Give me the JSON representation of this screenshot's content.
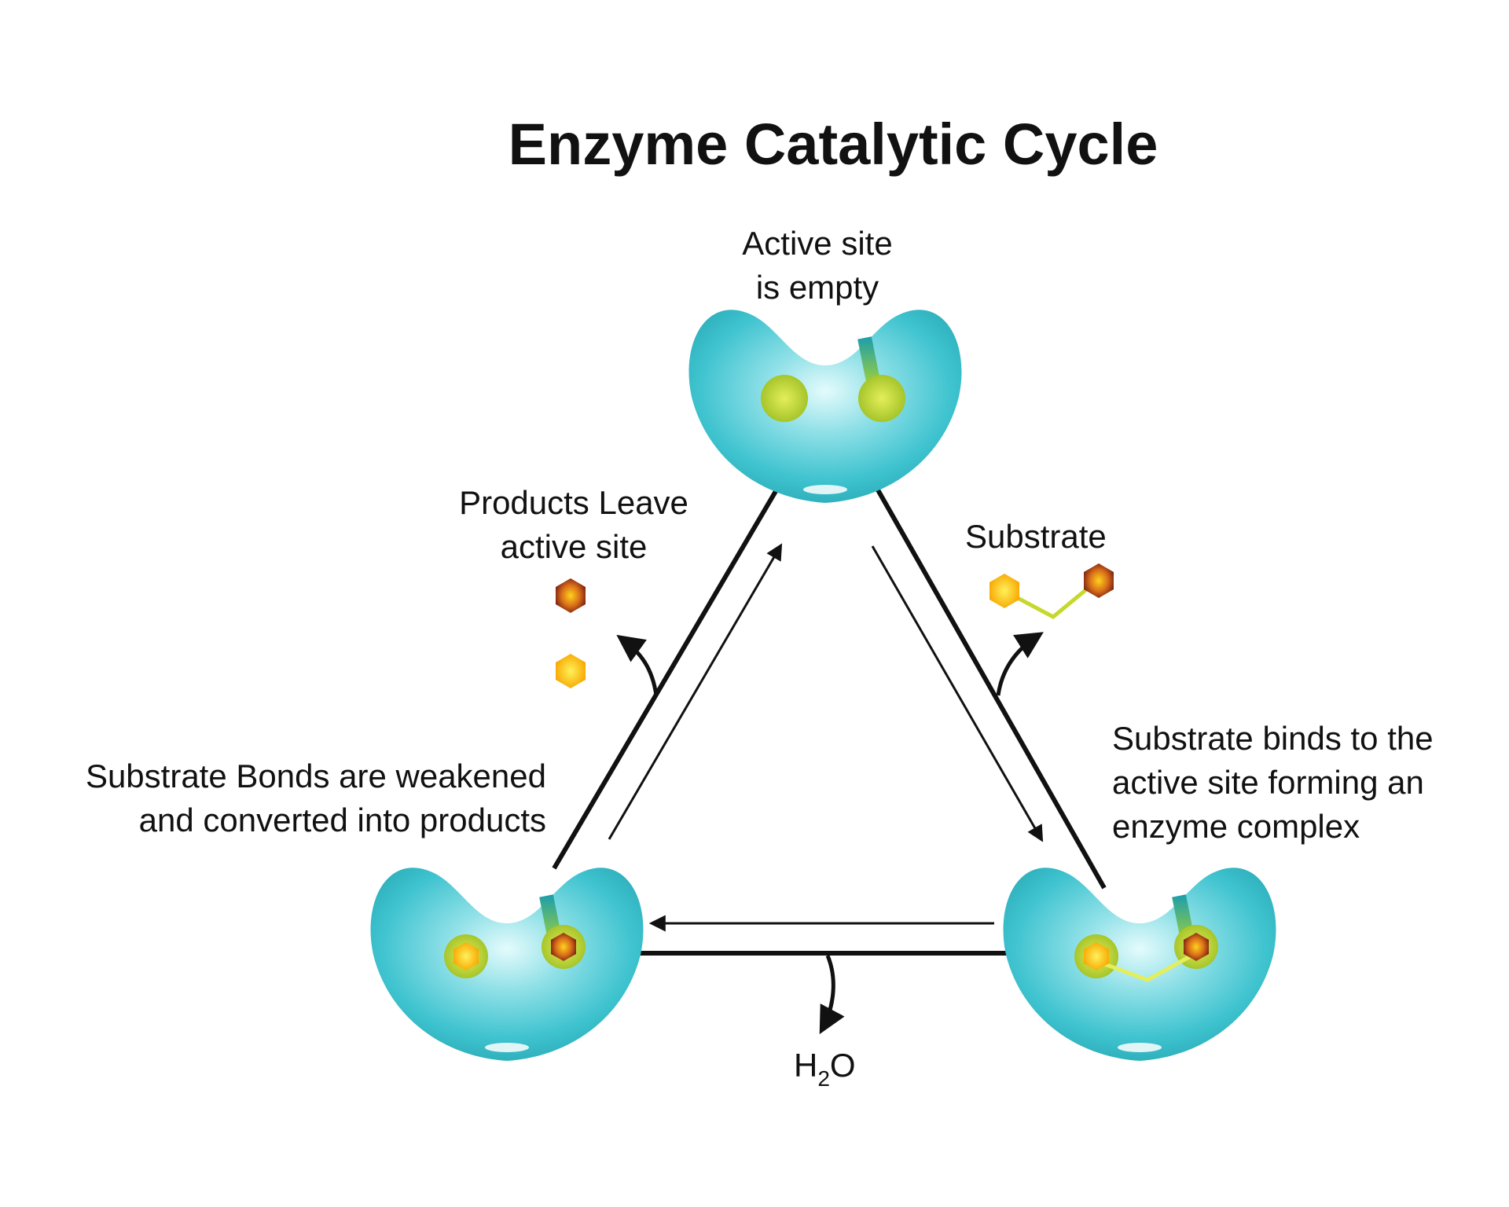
{
  "title": "Enzyme Catalytic Cycle",
  "labels": {
    "active_site_line1": "Active site",
    "active_site_line2": "is empty",
    "products_line1": "Products Leave",
    "products_line2": "active site",
    "substrate": "Substrate",
    "binds_line1": "Substrate binds to the",
    "binds_line2": "active site forming an",
    "binds_line3": "enzyme complex",
    "weakened_line1": "Substrate Bonds are weakened",
    "weakened_line2": "and converted into products",
    "water_main": "H",
    "water_sub": "2",
    "water_end": "O"
  },
  "colors": {
    "enzyme": "#3ec3cf",
    "enzyme_light": "#d8f6f8",
    "binding_site": "#c6d82b",
    "substrate_yellow": "#ffcc11",
    "substrate_brown": "#8a2a12",
    "lines": "#111111"
  }
}
